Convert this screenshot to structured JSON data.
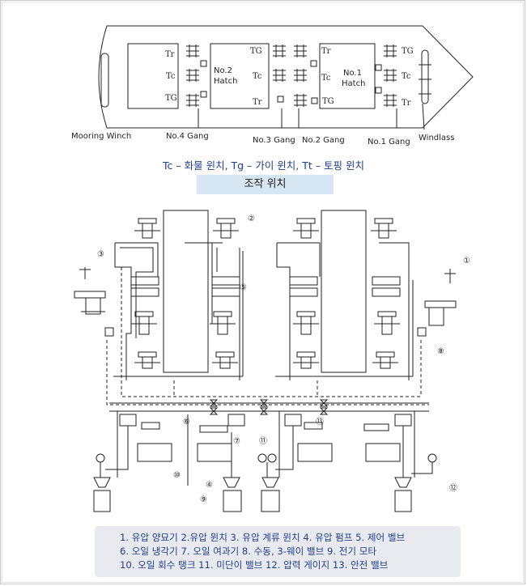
{
  "ship": {
    "mooring_winch": "Mooring Winch",
    "windlass": "Windlass",
    "gang4": "No.4  Gang",
    "gang3": "No.3  Gang",
    "gang2": "No.2  Gang",
    "gang1": "No.1  Gang",
    "hatch2": [
      "No.2",
      "Hatch"
    ],
    "hatch1": [
      "No.1",
      "Hatch"
    ],
    "tr": "Tr",
    "tc": "Tc",
    "tg": "TG"
  },
  "caption": "Tc – 화물 윈치,   Tg – 가이 윈치,   Tt – 토핑 윈치",
  "banner": "조작 위치",
  "callouts": [
    "①",
    "②",
    "③",
    "④",
    "⑤",
    "⑥",
    "⑦",
    "⑧",
    "⑨",
    "⑩",
    "⑪",
    "⑫",
    "⑬"
  ],
  "legend": [
    "1. 유압 양묘기   2.유압 윈치   3. 유압 계류 윈치   4. 유압 펌프   5. 제어 벨브",
    "6. 오일 냉각기   7. 오일 여과기   8. 수동, 3-웨이 밸브   9. 전기 모타",
    "10. 오일 회수 탱크   11. 미단이 밸브   12. 압력 게이지   13. 안전 밸브"
  ]
}
